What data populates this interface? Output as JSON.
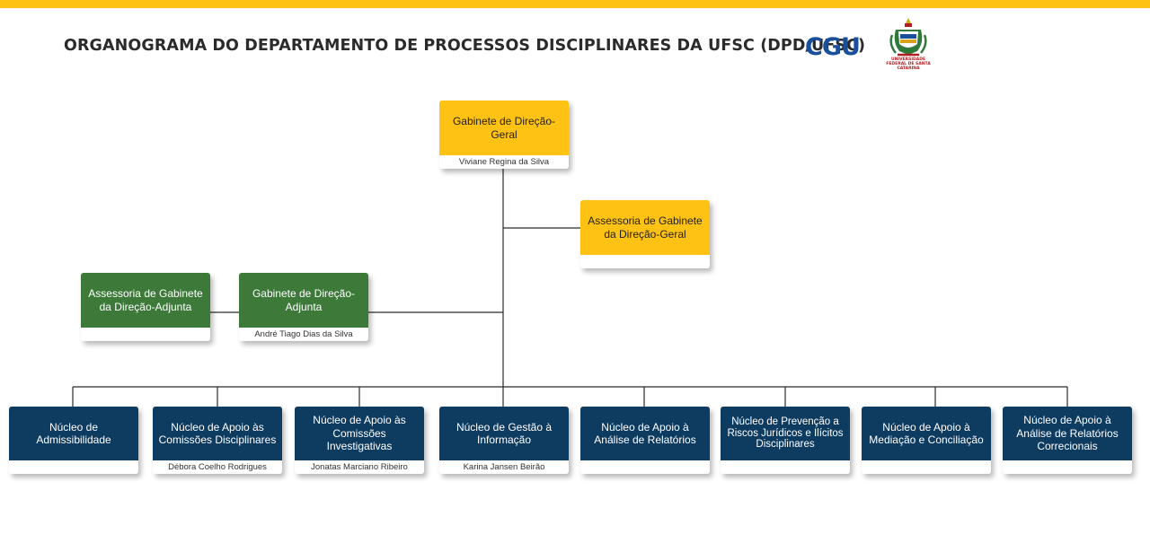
{
  "header": {
    "title": "ORGANOGRAMA DO DEPARTAMENTO DE PROCESSOS DISCIPLINARES DA UFSC (DPD/UFSC)",
    "logo_cgu": "CGU",
    "logo_ufsc_caption": "UNIVERSIDADE FEDERAL DE SANTA CATARINA"
  },
  "colors": {
    "top_bar": "#fec214",
    "direction_box": "#fec214",
    "adjunct_box": "#3d7a3a",
    "nucleus_box": "#0e3b60",
    "cgu_logo": "#1a4f9c",
    "connector": "#2b2b2b"
  },
  "org": {
    "gabinete_geral": {
      "title": "Gabinete de Direção-Geral",
      "name": "Viviane Regina da Silva"
    },
    "assessoria_geral": {
      "title": "Assessoria de Gabinete da Direção-Geral",
      "name": ""
    },
    "gabinete_adjunta": {
      "title": "Gabinete de Direção-Adjunta",
      "name": "André Tiago Dias da Silva"
    },
    "assessoria_adjunta": {
      "title": "Assessoria de Gabinete da Direção-Adjunta",
      "name": ""
    },
    "nucleos": [
      {
        "title": "Núcleo de Admissibilidade",
        "name": ""
      },
      {
        "title": "Núcleo de Apoio às Comissões Disciplinares",
        "name": "Débora Coelho Rodrigues"
      },
      {
        "title": "Núcleo de Apoio às Comissões Investigativas",
        "name": "Jonatas Marciano Ribeiro"
      },
      {
        "title": "Núcleo de Gestão à Informação",
        "name": "Karina Jansen Beirão"
      },
      {
        "title": "Núcleo de Apoio à Análise de Relatórios",
        "name": ""
      },
      {
        "title": "Núcleo de Prevenção a Riscos Jurídicos e Ilícitos Disciplinares",
        "name": ""
      },
      {
        "title": "Núcleo de Apoio à Mediação e Conciliação",
        "name": ""
      },
      {
        "title": "Núcleo de Apoio à Análise de Relatórios Correcionais",
        "name": ""
      }
    ]
  }
}
